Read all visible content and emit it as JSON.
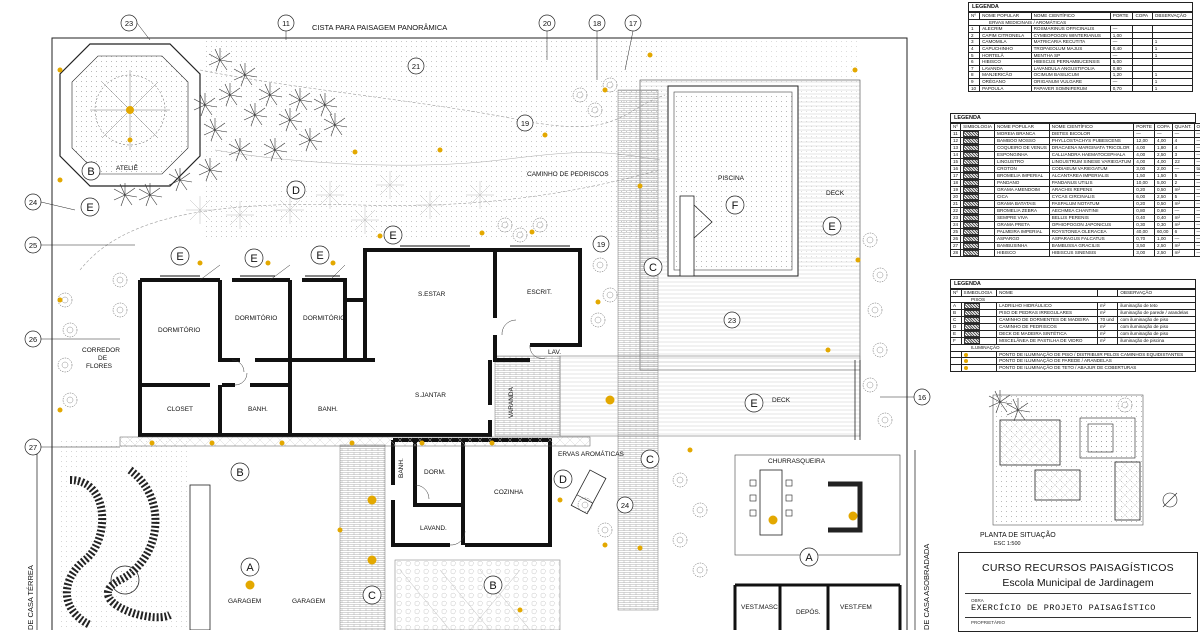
{
  "plan": {
    "top_label": "CISTA PARA PAISAGEM PANORÂMICA",
    "left_side_label": "DE CASA TÉRREA",
    "right_side_label": "DE CASA ASOBRADADA",
    "rooms": {
      "atelie": "ATELIÊ",
      "dormitorio1": "DORMITÓRIO",
      "dormitorio2": "DORMITÓRIO",
      "dormitorio3": "DORMITÓRIO",
      "closet": "CLOSET",
      "banh1": "BANH.",
      "banh2": "BANH.",
      "banh3": "BANH.",
      "sestar": "S.ESTAR",
      "sjantar": "S.JANTAR",
      "escrit": "ESCRIT.",
      "lav": "LAV.",
      "varanda": "VARANDA",
      "dorm": "DORM.",
      "cozinha": "COZINHA",
      "lavand": "LAVAND.",
      "garagem1": "GARAGEM",
      "garagem2": "GARAGEM",
      "churrasqueira": "CHURRASQUEIRA",
      "vest_masc": "VEST.MASC",
      "depos": "DEPÓS.",
      "vest_fem": "VEST.FEM",
      "piscina": "PISCINA",
      "deck1": "DECK",
      "deck2": "DECK",
      "corredor1": "CORREDOR",
      "corredor2": "DE",
      "corredor3": "FLORES",
      "caminho": "CAMINHO DE PEDRISCOS",
      "ervas": "ERVAS AROMÁTICAS"
    },
    "callouts": [
      "23",
      "11",
      "20",
      "18",
      "17",
      "21",
      "19",
      "19",
      "24",
      "25",
      "26",
      "27",
      "16",
      "23",
      "24"
    ],
    "zone_letters": [
      "B",
      "D",
      "E",
      "E",
      "E",
      "E",
      "E",
      "E",
      "F",
      "C",
      "E",
      "E",
      "B",
      "A",
      "A",
      "B",
      "C",
      "C",
      "D"
    ]
  },
  "legend1": {
    "title": "LEGENDA",
    "headers": [
      "Nº",
      "NOME POPULAR",
      "NOME CIENTÍFICO",
      "PORTE",
      "COPA",
      "OBSERVAÇÃO"
    ],
    "group": "ERVAS MEDICINAIS / AROMÁTICAS",
    "rows": [
      [
        "1",
        "ALECRIM",
        "ROSMARINUS OFFICINALIS",
        "—",
        "",
        ""
      ],
      [
        "2",
        "CAPIM CITRONELA",
        "CYMBOPOGON WINTERIANUS",
        "1,00",
        "",
        ""
      ],
      [
        "3",
        "CAMOMILA",
        "MATRICARIA RECUTITA",
        "—",
        "",
        "1"
      ],
      [
        "4",
        "CAPUCHINHO",
        "TROPAEOLUM MAJUS",
        "0,40",
        "",
        "1"
      ],
      [
        "5",
        "HORTELÃ",
        "MENTHA SP",
        "—",
        "",
        "1"
      ],
      [
        "6",
        "HIBISCO",
        "HIBISCUS PERNAMBUCENSIS",
        "5,00",
        "",
        ""
      ],
      [
        "7",
        "LAVANDA",
        "LAVANDULA ANGUSTIFOLIA",
        "0,80",
        "",
        ""
      ],
      [
        "8",
        "MANJERICÃO",
        "OCIMUM BASILICUM",
        "1,20",
        "",
        "1"
      ],
      [
        "9",
        "ORÉGANO",
        "ORIGANUM VULGARE",
        "—",
        "",
        "1"
      ],
      [
        "10",
        "PAPOULA",
        "PAPAVER SOMNIFERUM",
        "0,70",
        "",
        "1"
      ]
    ]
  },
  "legend2": {
    "title": "LEGENDA",
    "headers": [
      "Nº",
      "SIMBOLOGIA",
      "NOME POPULAR",
      "NOME CIENTÍFICO",
      "PORTE",
      "COPA",
      "QUANT.",
      "OBSERVAÇÃO"
    ],
    "rows": [
      [
        "11",
        "",
        "MOREIA BRANCA",
        "DIETES BICOLOR",
        "—",
        "—",
        "—",
        "—"
      ],
      [
        "12",
        "",
        "BAMBOO MOSSO",
        "PHYLLOSTACHYS PUBESCENS",
        "12,00",
        "4,00",
        "4",
        "—"
      ],
      [
        "13",
        "",
        "COQUEIRO DE VENUS",
        "DRACAENA MARGINATA TRICOLOR",
        "4,00",
        "1,80",
        "4",
        "—"
      ],
      [
        "14",
        "",
        "ESPONGINHA",
        "CALLIANDRA HAEMATOCEPHALA",
        "4,00",
        "2,50",
        "3",
        "—"
      ],
      [
        "15",
        "",
        "LINGUSTRO",
        "LINGUSTRUM SINESE VARIEGATUM",
        "4,00",
        "4,00",
        "22",
        "—"
      ],
      [
        "16",
        "",
        "CROTON",
        "CODIAEUM VARIEGATUM",
        "3,00",
        "2,00",
        "—",
        "tonfiberva/trutura"
      ],
      [
        "17",
        "",
        "BROMELIA IMPERIAL",
        "ALCANTAREA IMPERIALIS",
        "1,50",
        "1,50",
        "5",
        "—"
      ],
      [
        "18",
        "",
        "PANDANO",
        "PANDANUS UTILIS",
        "10,00",
        "5,00",
        "2",
        "—"
      ],
      [
        "19",
        "",
        "GRAMA AMENDOIM",
        "ARACHIS REPENS",
        "0,20",
        "0,50",
        "m²",
        "—"
      ],
      [
        "20",
        "",
        "CICA",
        "CYCAS CIRCINALIS",
        "6,00",
        "2,50",
        "5",
        "—"
      ],
      [
        "21",
        "",
        "GRAMA BATATAIS",
        "PASPALUM NOTATUM",
        "0,20",
        "0,50",
        "m²",
        "—"
      ],
      [
        "22",
        "",
        "BROMELIA ZEBRA",
        "AECHMEA CHANTINII",
        "0,80",
        "0,80",
        "—",
        "—"
      ],
      [
        "23",
        "",
        "SEMPRE VIVA",
        "BELLIS PERENIS",
        "0,40",
        "0,40",
        "m²",
        "—"
      ],
      [
        "24",
        "",
        "GRAMA PRETA",
        "OPHIOPOGON JAPONICUS",
        "0,30",
        "0,30",
        "m²",
        "—"
      ],
      [
        "25",
        "",
        "PALMEIRA IMPERIAL",
        "ROYSTONEA OLERACEA",
        "40,00",
        "60,00",
        "6",
        "—"
      ],
      [
        "26",
        "",
        "ASPARGO",
        "ASPARAGUS FALCATUS",
        "0,70",
        "1,00",
        "—",
        "—"
      ],
      [
        "27",
        "",
        "BAMBUSINHA",
        "BAMBUSSA GRACILIS",
        "3,50",
        "2,50",
        "m²",
        "—"
      ],
      [
        "28",
        "",
        "HIBISCO",
        "HIBISCUS SINENSIS",
        "3,00",
        "2,50",
        "m²",
        "—"
      ]
    ]
  },
  "legend3": {
    "title": "LEGENDA",
    "headers": [
      "Nº",
      "SIMBOLOGIA",
      "NOME",
      "",
      "OBSERVAÇÃO"
    ],
    "group_pisos": "PISOS",
    "rows": [
      [
        "A",
        "",
        "LADRILHO HIDRÁULICO",
        "m²",
        "iluminação de teto"
      ],
      [
        "B",
        "",
        "PISO DE PEDRAS IRREGULARES",
        "m²",
        "iluminação de parede / arandelas"
      ],
      [
        "C",
        "",
        "CAMINHO DE DORMENTES DE MADEIRA",
        "70 und",
        "com iluminação de piso"
      ],
      [
        "D",
        "",
        "CAMINHO DE PEDRISCOS",
        "m²",
        "com iluminação de piso"
      ],
      [
        "E",
        "",
        "DECK DE MADEIRA SINTÉTICA",
        "m²",
        "com iluminação de piso"
      ],
      [
        "F",
        "",
        "MISCELÂNEA DE PASTILHA DE VIDRO",
        "m²",
        "iluminação de piscina"
      ]
    ],
    "group_ilum": "ILUMINAÇÃO",
    "ilum_rows": [
      "PONTO DE ILUMINAÇÃO DE PISO / DISTRIBUIR PELOS CAMINHOS EQUIDISTANTES",
      "PONTO DE ILUMINAÇÃO DE PAREDE / ARANDELAS",
      "PONTO DE ILUMINAÇÃO DE TETO / ABAJUR DE COBERTURAS"
    ]
  },
  "situation": {
    "title": "PLANTA DE SITUAÇÃO",
    "scale": "ESC 1:500"
  },
  "title_block": {
    "line1": "CURSO RECURSOS PAISAGÍSTICOS",
    "line2": "Escola Municipal de Jardinagem",
    "label_obra": "OBRA",
    "line3": "EXERCÍCIO DE PROJETO PAISAGÍSTICO",
    "label_proprietario": "PROPRIETÁRIO"
  },
  "colors": {
    "light": "#e3a800",
    "ink": "#111111",
    "hatch": "#888888"
  }
}
